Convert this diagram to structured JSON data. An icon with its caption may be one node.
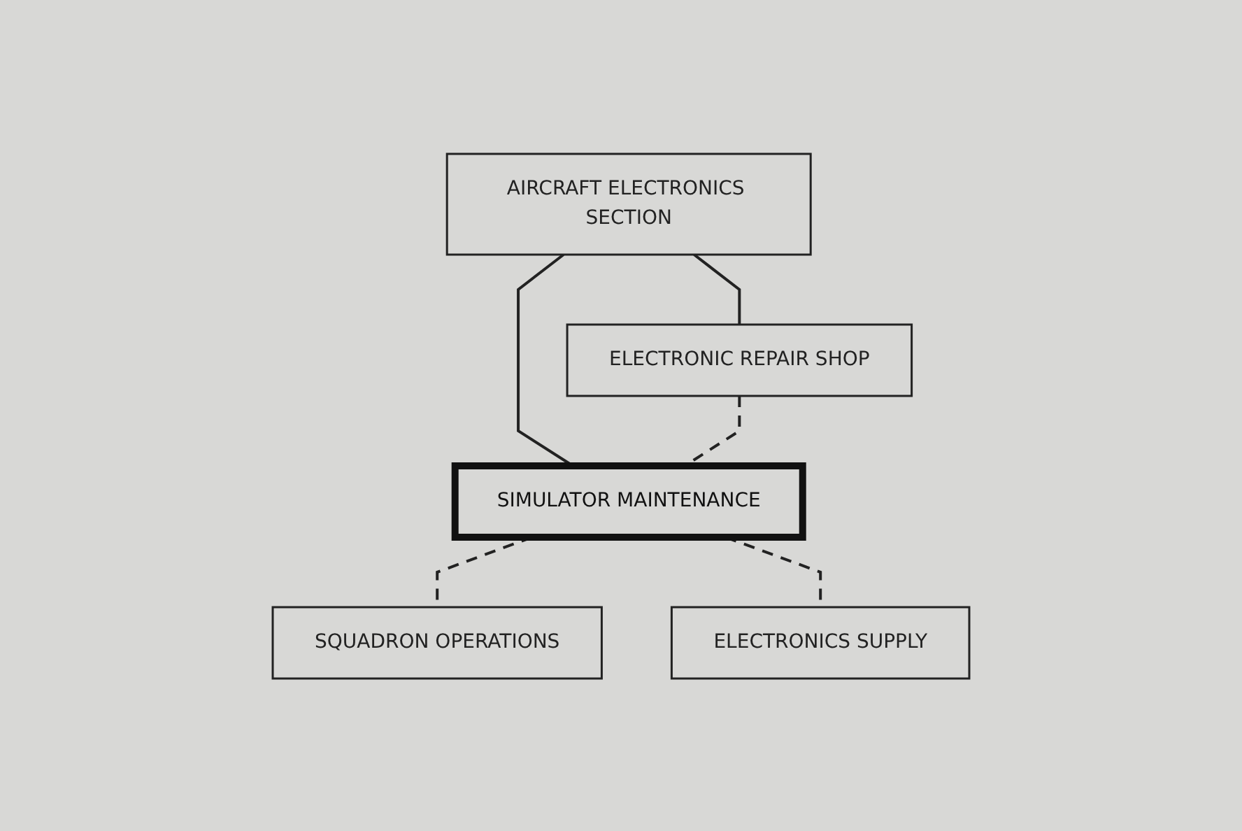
{
  "diagram": {
    "nodes": [
      {
        "text": [
          "AIRCRAFT ELECTRONICS SECTION"
        ]
      },
      {
        "text": [
          "ELECTRONIC REPAIR SHOP"
        ]
      },
      {
        "text": [
          "SIMULATOR MAINTENANCE"
        ]
      },
      {
        "text": [
          "SQUADRON OPERATIONS"
        ]
      },
      {
        "text": [
          "ELECTRONICS SUPPLY"
        ]
      }
    ],
    "edges": [
      {
        "from": 0,
        "to": 1,
        "arrow": "none"
      },
      {
        "from": 0,
        "to": 2,
        "arrow": "none"
      },
      {
        "from": 1,
        "to": 2,
        "arrow": "none",
        "style": "dashed"
      },
      {
        "from": 2,
        "to": 3,
        "arrow": "none",
        "style": "dashed"
      },
      {
        "from": 2,
        "to": 4,
        "arrow": "none",
        "style": "dashed"
      }
    ]
  }
}
